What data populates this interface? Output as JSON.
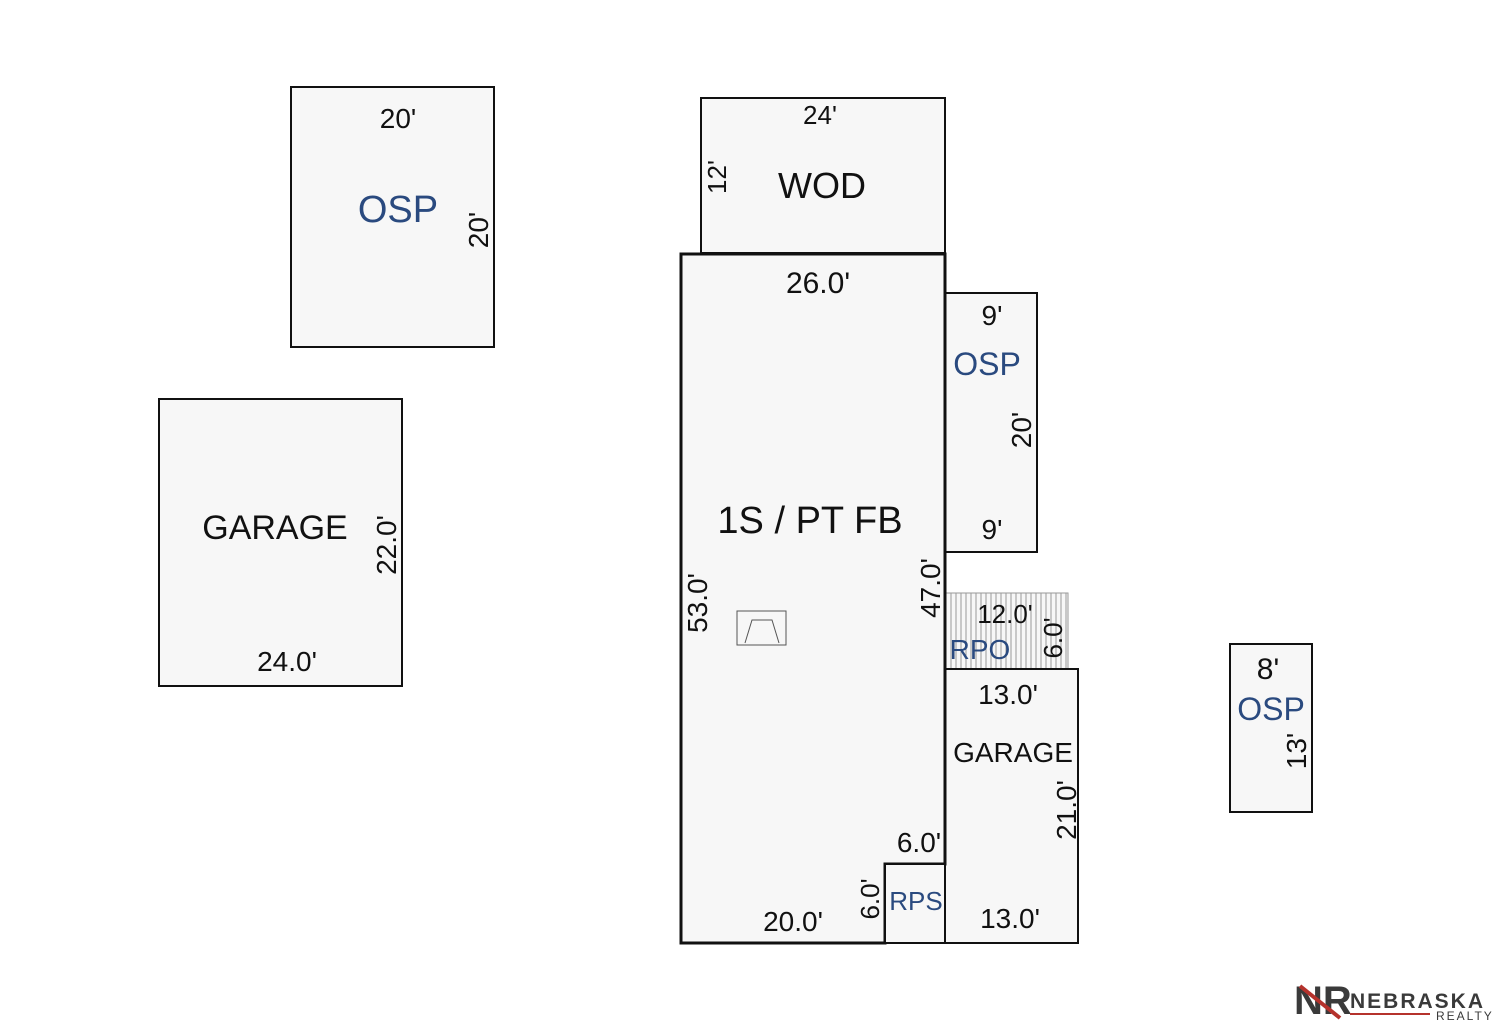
{
  "colors": {
    "line": "#111111",
    "fill": "#f7f7f7",
    "area_label": "#2a4a7f",
    "logo_dark": "#3a3a3a",
    "logo_red": "#b5322c"
  },
  "areas": {
    "osp_top_left": {
      "label": "OSP",
      "width": "20'",
      "depth": "20'"
    },
    "garage_left": {
      "label": "GARAGE",
      "width": "24.0'",
      "depth": "22.0'"
    },
    "wod": {
      "label": "WOD",
      "width": "24'",
      "depth": "12'"
    },
    "main": {
      "label": "1S / PT FB",
      "top": "26.0'",
      "left": "53.0'",
      "right": "47.0'",
      "bottom": "20.0'"
    },
    "osp_right": {
      "label": "OSP",
      "top": "9'",
      "bottom": "9'",
      "depth": "20'"
    },
    "rpo": {
      "label": "RPO",
      "width": "12.0'",
      "depth": "6.0'"
    },
    "garage_right": {
      "label": "GARAGE",
      "top": "13.0'",
      "bottom": "13.0'",
      "depth": "21.0'"
    },
    "rps": {
      "label": "RPS",
      "width": "6.0'",
      "depth": "6.0'"
    },
    "osp_far_right": {
      "label": "OSP",
      "width": "8'",
      "depth": "13'"
    }
  },
  "logo": {
    "letters": "NR",
    "name": "NEBRASKA",
    "sub": "REALTY"
  }
}
